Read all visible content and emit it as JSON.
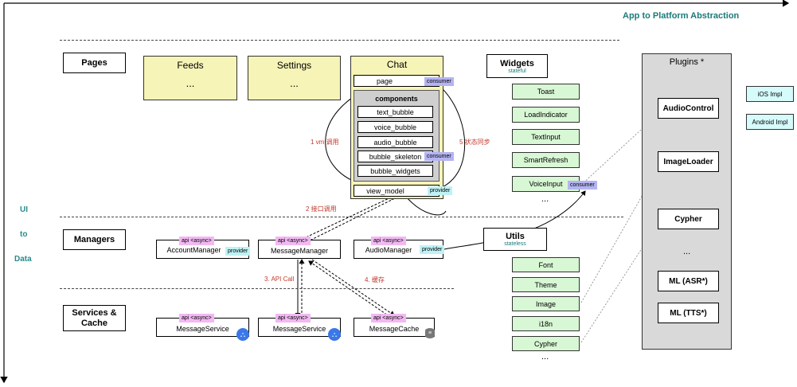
{
  "header": {
    "title": "App to Platform Abstraction"
  },
  "side_labels": {
    "ui": "UI",
    "to": "to",
    "data": "Data"
  },
  "layers": {
    "pages": "Pages",
    "managers": "Managers",
    "services": "Services & Cache"
  },
  "pages": {
    "feeds": {
      "title": "Feeds",
      "more": "..."
    },
    "settings": {
      "title": "Settings",
      "more": "..."
    },
    "chat": {
      "title": "Chat",
      "page": "page",
      "components_title": "components",
      "components": [
        "text_bubble",
        "voice_bubble",
        "audio_bubble",
        "bubble_skeleton",
        "bubble_widgets"
      ],
      "view_model": "view_model"
    }
  },
  "tags": {
    "consumer": "consumer",
    "provider": "provider",
    "api": "api <async>"
  },
  "flow_labels": {
    "vm_call": "1 vm 调用",
    "interface_call": "2 接口调用",
    "api_call": "3. API Call",
    "cache": "4. 缓存",
    "state_sync": "5 状态同步"
  },
  "widgets": {
    "title": "Widgets",
    "subtitle": "stateful",
    "items": [
      "Toast",
      "LoadIndicator",
      "TextInput",
      "SmartRefresh",
      "VoiceInput"
    ],
    "more": "..."
  },
  "utils": {
    "title": "Utils",
    "subtitle": "stateless",
    "items": [
      "Font",
      "Theme",
      "Image",
      "i18n",
      "Cypher"
    ],
    "more": "..."
  },
  "managers": [
    "AccountManager",
    "MessageManager",
    "AudioManager"
  ],
  "services": [
    "MessageService",
    "MessageService",
    "MessageCache"
  ],
  "plugins": {
    "title": "Plugins *",
    "items": [
      "AudioControl",
      "ImageLoader",
      "Cypher"
    ],
    "more": "...",
    "ml_items": [
      "ML (ASR*)",
      "ML (TTS*)"
    ]
  },
  "impls": [
    "iOS Impl",
    "Android Impl"
  ],
  "colors": {
    "header": "#1a7a7a",
    "side": "#2a8a8a",
    "page_yellow": "#f7f4b7",
    "widget_green": "#d8f7d4",
    "impl_cyan": "#d6fbfb",
    "plugin_grey": "#d9d9d9",
    "consumer": "#b4b4f2",
    "provider": "#bff2f4",
    "api": "#f2b8f2",
    "flow_red": "#c0392b"
  }
}
